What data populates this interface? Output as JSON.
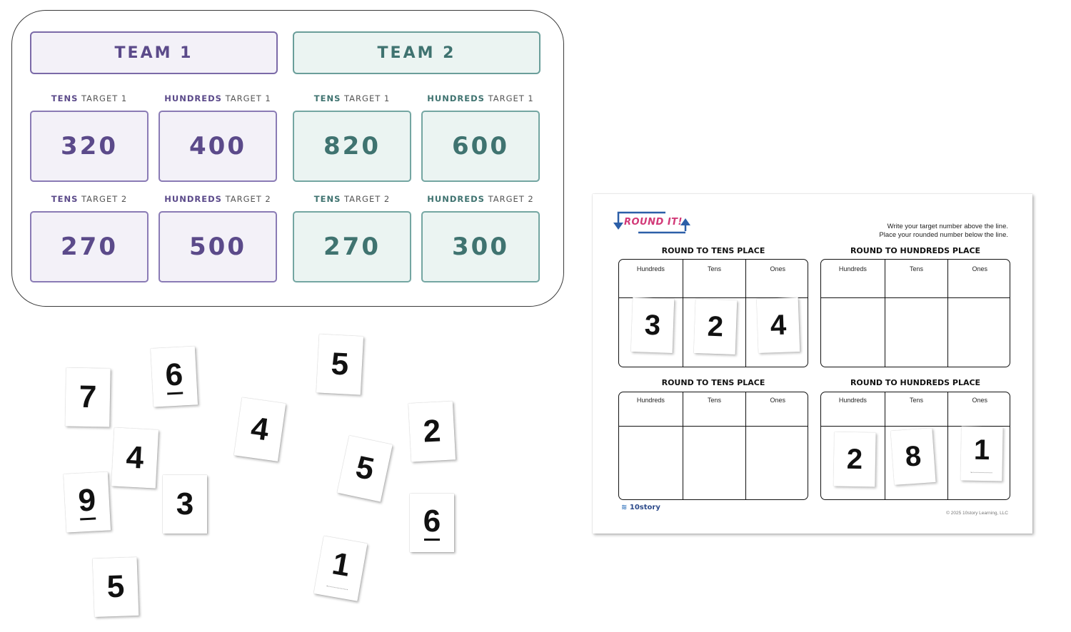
{
  "teams": [
    {
      "name": "TEAM 1",
      "targets": [
        {
          "place": "TENS",
          "label": "TARGET 1",
          "value": "320"
        },
        {
          "place": "HUNDREDS",
          "label": "TARGET 1",
          "value": "400"
        },
        {
          "place": "TENS",
          "label": "TARGET 2",
          "value": "270"
        },
        {
          "place": "HUNDREDS",
          "label": "TARGET 2",
          "value": "500"
        }
      ]
    },
    {
      "name": "TEAM 2",
      "targets": [
        {
          "place": "TENS",
          "label": "TARGET 1",
          "value": "820"
        },
        {
          "place": "HUNDREDS",
          "label": "TARGET 1",
          "value": "600"
        },
        {
          "place": "TENS",
          "label": "TARGET 2",
          "value": "270"
        },
        {
          "place": "HUNDREDS",
          "label": "TARGET 2",
          "value": "300"
        }
      ]
    }
  ],
  "cards": [
    {
      "digit": "7"
    },
    {
      "digit": "6"
    },
    {
      "digit": "4"
    },
    {
      "digit": "9"
    },
    {
      "digit": "3"
    },
    {
      "digit": "5"
    },
    {
      "digit": "4"
    },
    {
      "digit": "5"
    },
    {
      "digit": "5"
    },
    {
      "digit": "1"
    },
    {
      "digit": "2"
    },
    {
      "digit": "6"
    }
  ],
  "worksheet": {
    "logo": "ROUND IT!",
    "instructions_line1": "Write your target number above the line.",
    "instructions_line2": "Place your rounded number below the line.",
    "columns": [
      "Hundreds",
      "Tens",
      "Ones"
    ],
    "charts": [
      {
        "title": "ROUND TO TENS PLACE",
        "digits": [
          "3",
          "2",
          "4"
        ]
      },
      {
        "title": "ROUND TO HUNDREDS PLACE",
        "digits": []
      },
      {
        "title": "ROUND TO TENS PLACE",
        "digits": []
      },
      {
        "title": "ROUND TO HUNDREDS PLACE",
        "digits": [
          "2",
          "8",
          "1"
        ]
      }
    ],
    "brand": "10story",
    "copyright": "© 2025 10story Learning, LLC"
  },
  "colors": {
    "team1_accent": "#5b4a8a",
    "team2_accent": "#3f7370",
    "logo_pink": "#d23a78",
    "logo_blue": "#2c5fa8"
  }
}
